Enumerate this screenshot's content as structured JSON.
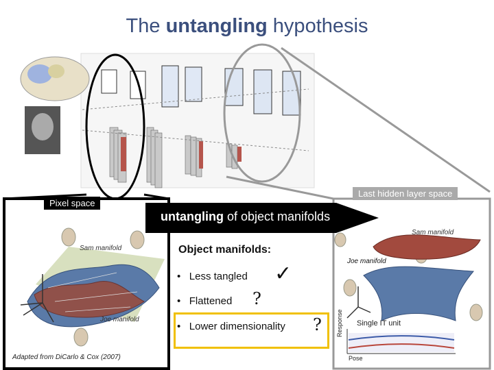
{
  "title": {
    "pre": "The ",
    "bold": "untangling",
    "post": " hypothesis"
  },
  "labels": {
    "pixel_space": "Pixel space",
    "last_hidden": "Last hidden layer space",
    "untangling_bold": "untangling",
    "untangling_rest": " of object manifolds",
    "sam_left": "Sam manifold",
    "joe_left": "Joe manifold",
    "sam_right": "Sam manifold",
    "joe_right": "Joe manifold",
    "single_it": "Single IT unit",
    "response": "Response",
    "pose": "Pose"
  },
  "object_manifolds": {
    "heading": "Object manifolds:",
    "items": [
      {
        "text": "Less tangled",
        "mark": "✓"
      },
      {
        "text": "Flattened",
        "mark": "?"
      },
      {
        "text": "Lower dimensionality",
        "mark": "?"
      }
    ]
  },
  "reference": "Adapted from DiCarlo & Cox (2007)",
  "colors": {
    "title": "#3b4f7d",
    "highlight": "#f0c000",
    "arrow": "#000000"
  }
}
